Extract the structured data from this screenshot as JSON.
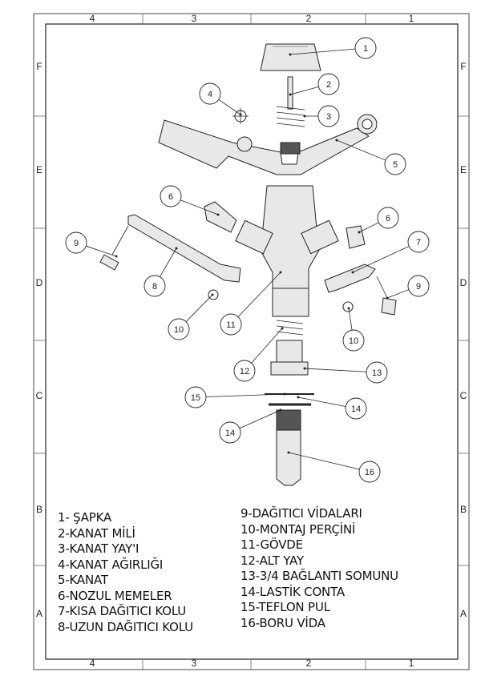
{
  "sheet": {
    "zones_columns": [
      "4",
      "3",
      "2",
      "1"
    ],
    "zones_rows": [
      "F",
      "E",
      "D",
      "C",
      "B",
      "A"
    ]
  },
  "balloons": [
    "1",
    "2",
    "3",
    "4",
    "5",
    "6",
    "6",
    "7",
    "8",
    "9",
    "9",
    "10",
    "10",
    "11",
    "12",
    "13",
    "14",
    "15",
    "14",
    "16"
  ],
  "parts_list": {
    "left": [
      "1- ŞAPKA",
      "2-KANAT MİLİ",
      "3-KANAT YAY'I",
      "4-KANAT AĞIRLIĞI",
      "5-KANAT",
      "6-NOZUL MEMELER",
      "7-KISA DAĞITICI KOLU",
      "8-UZUN DAĞITICI KOLU"
    ],
    "right": [
      "9-DAĞITICI VİDALARI",
      "10-MONTAJ PERÇİNİ",
      "11-GÖVDE",
      "12-ALT YAY",
      "13-3/4 BAĞLANTI SOMUNU",
      "14-LASTİK CONTA",
      "15-TEFLON PUL",
      "16-BORU VİDA"
    ]
  }
}
